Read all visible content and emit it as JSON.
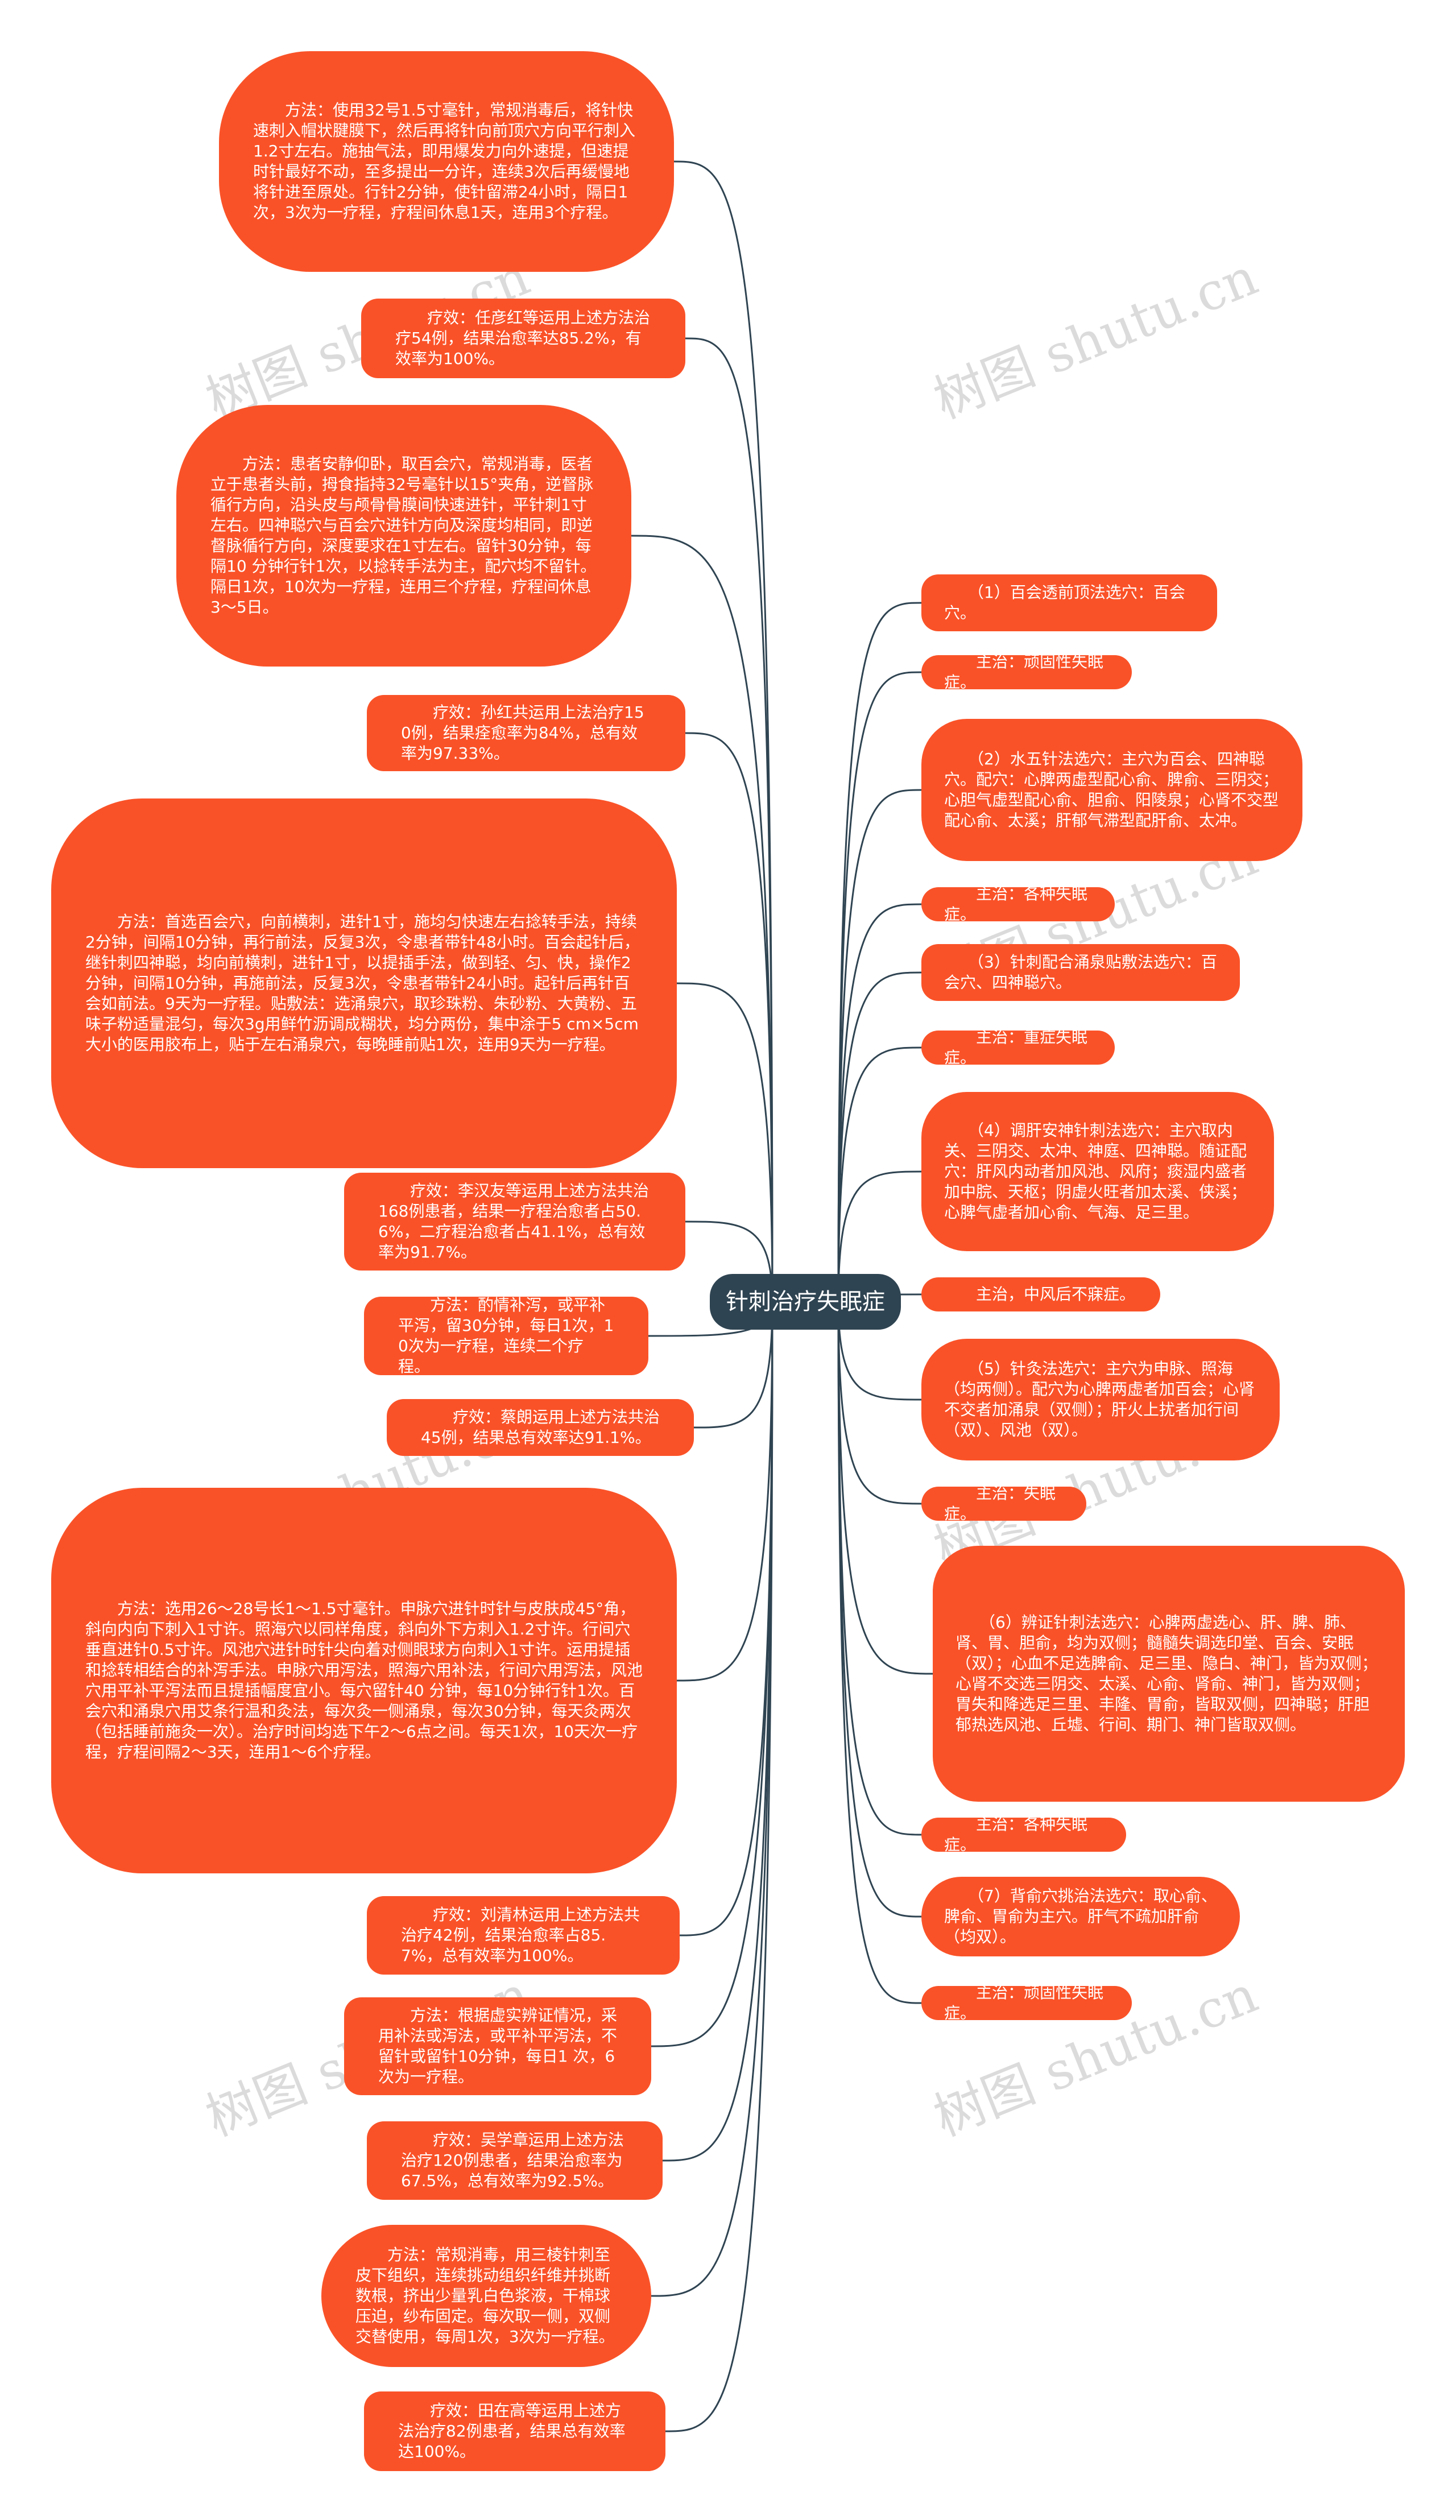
{
  "root": {
    "label": "针刺治疗失眠症"
  },
  "left_nodes": [
    {
      "text": "　　方法：使用32号1.5寸毫针，常规消毒后，将针快速刺入帽状腱膜下，然后再将针向前顶穴方向平行刺入1.2寸左右。施抽气法，即用爆发力向外速提，但速提时针最好不动，至多提出一分许，连续3次后再缓慢地将针进至原处。行针2分钟，使针留滞24小时，隔日1次，3次为一疗程，疗程间休息1天，连用3个疗程。"
    },
    {
      "text": "　　疗效：任彦红等运用上述方法治疗54例，结果治愈率达85.2%，有效率为100%。"
    },
    {
      "text": "　　方法：患者安静仰卧，取百会穴，常规消毒，医者立于患者头前，拇食指持32号毫针以15°夹角，逆督脉循行方向，沿头皮与颅骨骨膜间快速进针，平针刺1寸左右。四神聪穴与百会穴进针方向及深度均相同，即逆督脉循行方向，深度要求在1寸左右。留针30分钟，每隔10 分钟行针1次，以捻转手法为主，配穴均不留针。隔日1次，10次为一疗程，连用三个疗程，疗程间休息3～5日。"
    },
    {
      "text": "　　疗效：孙红共运用上法治疗150例，结果痊愈率为84%，总有效率为97.33%。"
    },
    {
      "text": "　　方法：首选百会穴，向前横刺，进针1寸，施均匀快速左右捻转手法，持续2分钟，间隔10分钟，再行前法，反复3次，令患者带针48小时。百会起针后，继针刺四神聪，均向前横刺，进针1寸，以提插手法，做到轻、匀、快，操作2分钟，间隔10分钟，再施前法，反复3次，令患者带针24小时。起针后再针百会如前法。9天为一疗程。贴敷法：选涌泉穴，取珍珠粉、朱砂粉、大黄粉、五味子粉适量混匀，每次3g用鲜竹沥调成糊状，均分两份，集中涂于5 cm×5cm大小的医用胶布上，贴于左右涌泉穴，每晚睡前贴1次，连用9天为一疗程。"
    },
    {
      "text": "　　疗效：李汉友等运用上述方法共治168例患者，结果一疗程治愈者占50.6%，二疗程治愈者占41.1%，总有效率为91.7%。"
    },
    {
      "text": "　　方法：酌情补泻，或平补平泻，留30分钟，每日1次，10次为一疗程，连续二个疗程。"
    },
    {
      "text": "　　疗效：蔡朗运用上述方法共治45例，结果总有效率达91.1%。"
    },
    {
      "text": "　　方法：选用26～28号长1～1.5寸毫针。申脉穴进针时针与皮肤成45°角，斜向内向下刺入1寸许。照海穴以同样角度，斜向外下方刺入1.2寸许。行间穴垂直进针0.5寸许。风池穴进针时针尖向着对侧眼球方向刺入1寸许。运用提插和捻转相结合的补泻手法。申脉穴用泻法，照海穴用补法，行间穴用泻法，风池穴用平补平泻法而且提插幅度宜小。每穴留针40 分钟，每10分钟行针1次。百会穴和涌泉穴用艾条行温和灸法，每次灸一侧涌泉，每次30分钟，每天灸两次（包括睡前施灸一次）。治疗时间均选下午2～6点之间。每天1次，10天次一疗程，疗程间隔2～3天，连用1～6个疗程。"
    },
    {
      "text": "　　疗效：刘清林运用上述方法共治疗42例，结果治愈率占85.7%，总有效率为100%。"
    },
    {
      "text": "　　方法：根据虚实辨证情况，采用补法或泻法，或平补平泻法，不留针或留针10分钟，每日1 次，6次为一疗程。"
    },
    {
      "text": "　　疗效：吴学章运用上述方法治疗120例患者，结果治愈率为67.5%，总有效率为92.5%。"
    },
    {
      "text": "　　方法：常规消毒，用三棱针刺至皮下组织，连续挑动组织纤维并挑断数根，挤出少量乳白色浆液，干棉球压迫，纱布固定。每次取一侧，双侧交替使用，每周1次，3次为一疗程。"
    },
    {
      "text": "　　疗效：田在高等运用上述方法治疗82例患者，结果总有效率达100%。"
    }
  ],
  "right_nodes": [
    {
      "text": "　　（1）百会透前顶法选穴：百会穴。"
    },
    {
      "text": "　　主治：顽固性失眠症。"
    },
    {
      "text": "　　（2）水五针法选穴：主穴为百会、四神聪穴。配穴：心脾两虚型配心俞、脾俞、三阴交；心胆气虚型配心俞、胆俞、阳陵泉；心肾不交型配心俞、太溪；肝郁气滞型配肝俞、太冲。"
    },
    {
      "text": "　　主治：各种失眠症。"
    },
    {
      "text": "　　（3）针刺配合涌泉贴敷法选穴：百会穴、四神聪穴。"
    },
    {
      "text": "　　主治：重症失眠症。"
    },
    {
      "text": "　　（4）调肝安神针刺法选穴：主穴取内关、三阴交、太冲、神庭、四神聪。随证配穴：肝风内动者加风池、风府；痰湿内盛者加中脘、天枢；阴虚火旺者加太溪、侠溪；心脾气虚者加心俞、气海、足三里。"
    },
    {
      "text": "　　主治，中风后不寐症。"
    },
    {
      "text": "　　（5）针灸法选穴：主穴为申脉、照海（均两侧）。配穴为心脾两虚者加百会；心肾不交者加涌泉（双侧）；肝火上扰者加行间（双）、风池（双）。"
    },
    {
      "text": "　　主治：失眠症。"
    },
    {
      "text": "　　（6）辨证针刺法选穴：心脾两虚选心、肝、脾、肺、肾、胃、胆俞，均为双侧；髓髓失调选印堂、百会、安眠（双）；心血不足选脾俞、足三里、隐白、神门，皆为双侧；心肾不交选三阴交、太溪、心俞、肾俞、神门，皆为双侧；胃失和降选足三里、丰隆、胃俞，皆取双侧，四神聪；肝胆郁热选风池、丘墟、行间、期门、神门皆取双侧。"
    },
    {
      "text": "　　主治：各种失眠症。"
    },
    {
      "text": "　　（7）背俞穴挑治法选穴：取心俞、脾俞、胃俞为主穴。肝气不疏加肝俞（均双）。"
    },
    {
      "text": "　　主治：顽固性失眠症。"
    }
  ],
  "watermark": "树图 shutu.cn",
  "colors": {
    "node_fill": "#fa5228",
    "root_fill": "#2f4452",
    "link": "#2f4452"
  }
}
